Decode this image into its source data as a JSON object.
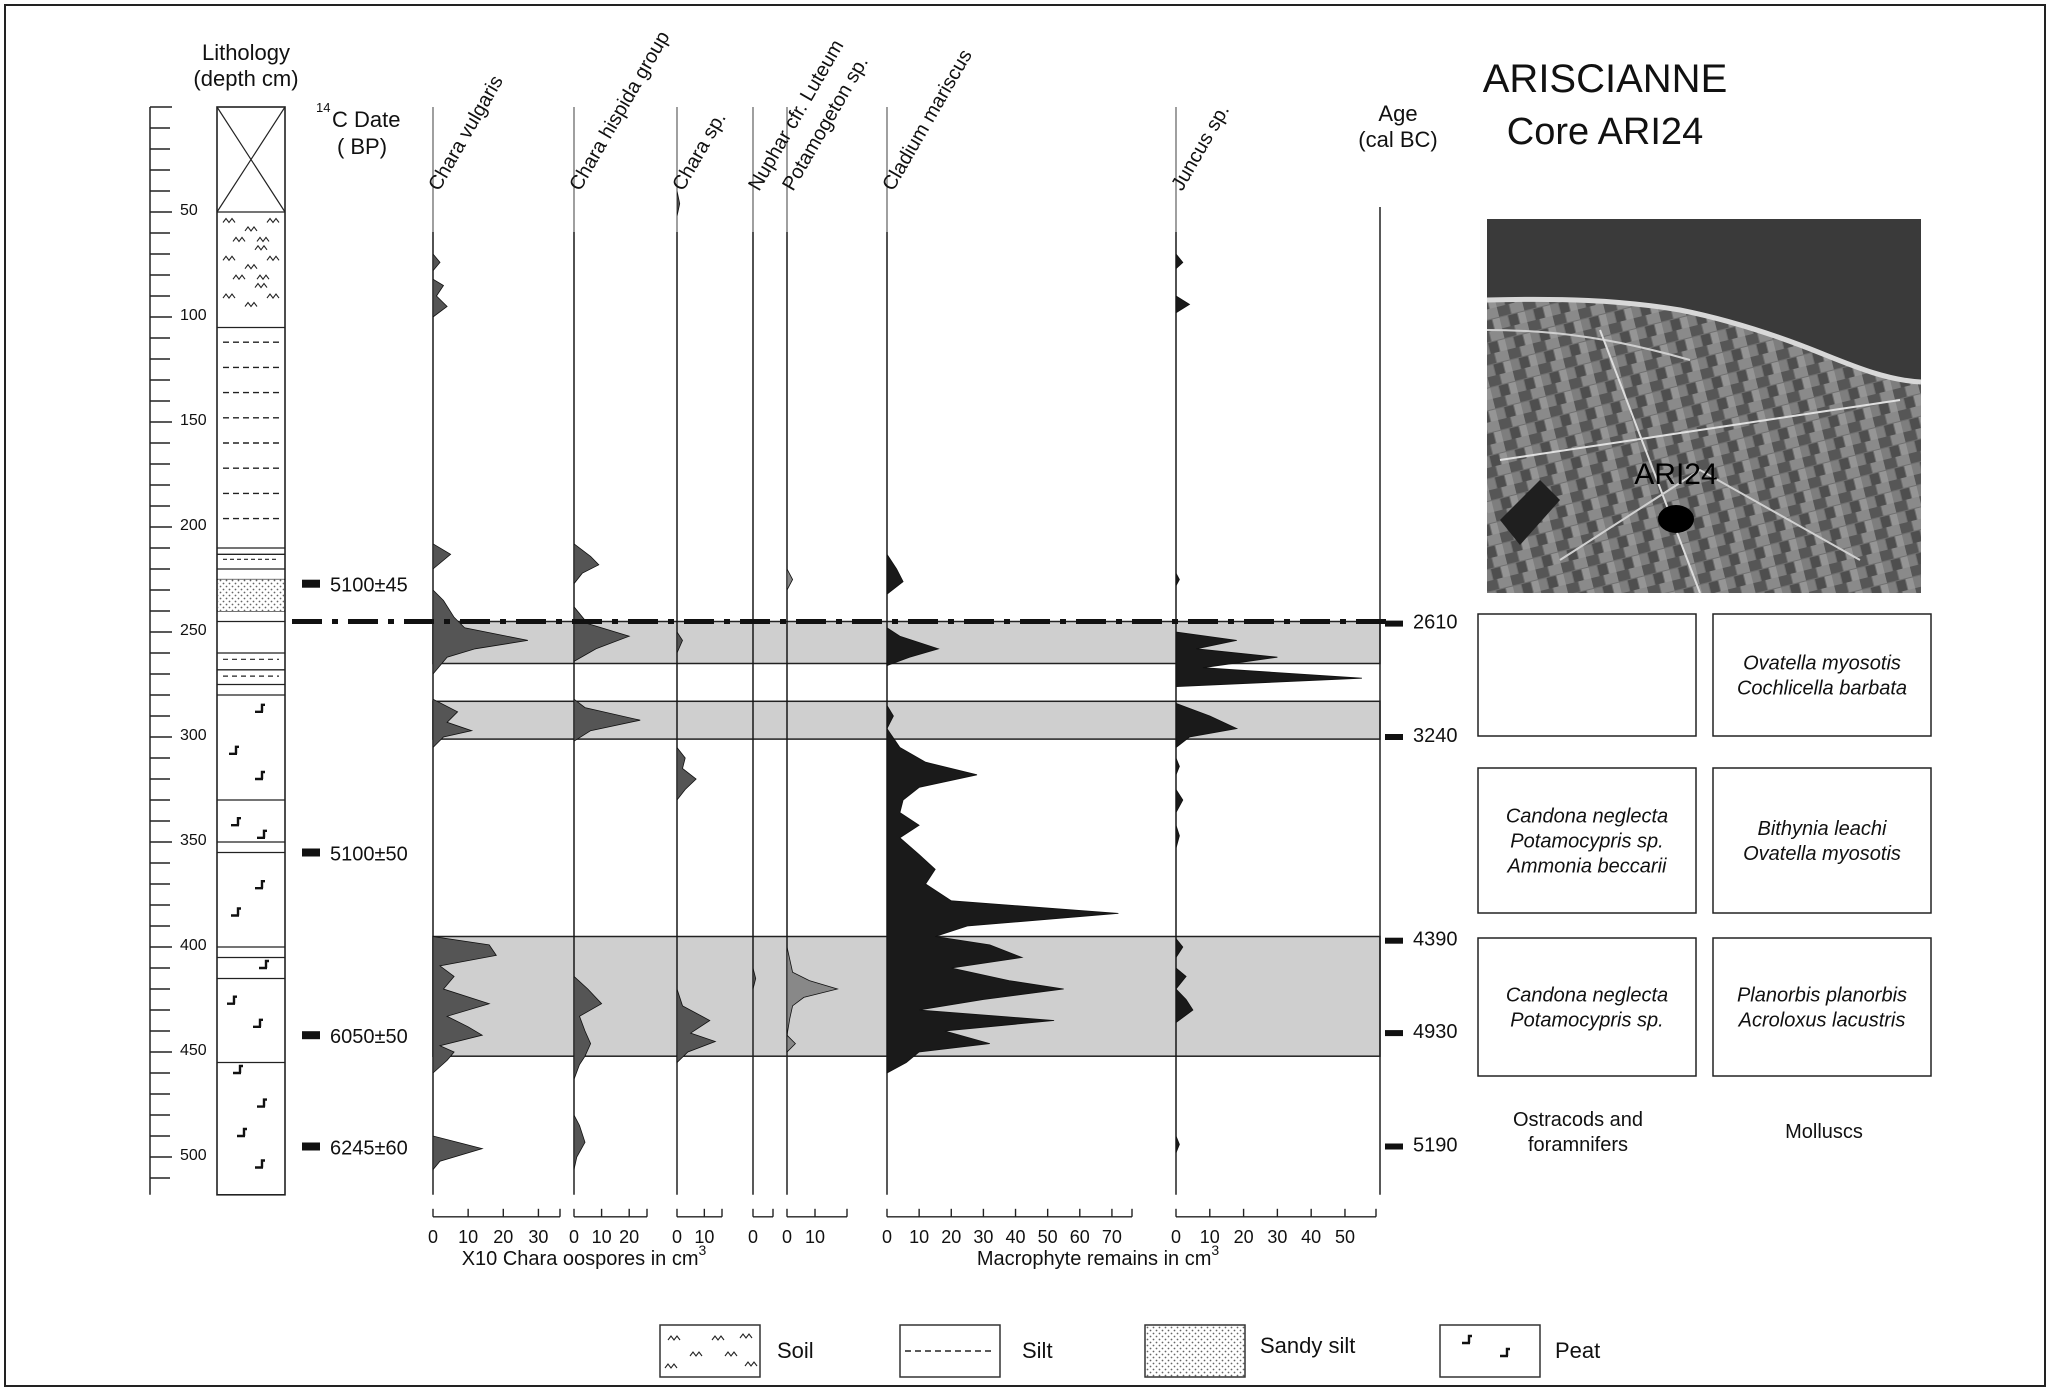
{
  "header": {
    "lithology_label_1": "Lithology",
    "lithology_label_2": "(depth cm)",
    "c14_label_1": "14",
    "c14_label_2": "C Date",
    "c14_label_3": "( BP)",
    "age_label_1": "Age",
    "age_label_2": "(cal BC)"
  },
  "site": {
    "title_1": "ARISCIANNE",
    "title_2": "Core ARI24",
    "map_marker_label": "ARI24"
  },
  "depth_axis": {
    "ticks": [
      50,
      100,
      150,
      200,
      250,
      300,
      350,
      400,
      450,
      500
    ]
  },
  "c14_dates": [
    {
      "depth": 227,
      "label": "5100±45"
    },
    {
      "depth": 355,
      "label": "5100±50"
    },
    {
      "depth": 442,
      "label": "6050±50"
    },
    {
      "depth": 495,
      "label": "6245±60"
    }
  ],
  "ages": [
    {
      "depth": 246,
      "label": "2610"
    },
    {
      "depth": 300,
      "label": "3240"
    },
    {
      "depth": 397,
      "label": "4390"
    },
    {
      "depth": 441,
      "label": "4930"
    },
    {
      "depth": 495,
      "label": "5190"
    }
  ],
  "chart_data": {
    "type": "area",
    "y_axis": {
      "name": "depth",
      "unit": "cm",
      "range": [
        0,
        518
      ]
    },
    "series": [
      {
        "name": "Chara vulgaris",
        "group": "X10 Chara oospores in cm3",
        "ticks": [
          "0",
          "10",
          "20",
          "30"
        ],
        "xmax": 35,
        "points": [
          [
            0,
            0
          ],
          [
            70,
            0
          ],
          [
            74,
            2
          ],
          [
            78,
            0
          ],
          [
            82,
            0
          ],
          [
            85,
            3
          ],
          [
            90,
            1
          ],
          [
            95,
            4
          ],
          [
            100,
            0
          ],
          [
            208,
            0
          ],
          [
            213,
            5
          ],
          [
            220,
            0
          ],
          [
            230,
            0
          ],
          [
            235,
            3
          ],
          [
            243,
            6
          ],
          [
            248,
            9
          ],
          [
            254,
            27
          ],
          [
            258,
            12
          ],
          [
            262,
            4
          ],
          [
            270,
            0
          ],
          [
            282,
            0
          ],
          [
            288,
            7
          ],
          [
            293,
            4
          ],
          [
            297,
            11
          ],
          [
            300,
            3
          ],
          [
            305,
            0
          ],
          [
            395,
            0
          ],
          [
            399,
            16
          ],
          [
            404,
            18
          ],
          [
            409,
            2
          ],
          [
            414,
            6
          ],
          [
            420,
            3
          ],
          [
            427,
            16
          ],
          [
            433,
            4
          ],
          [
            438,
            10
          ],
          [
            442,
            14
          ],
          [
            447,
            2
          ],
          [
            450,
            6
          ],
          [
            454,
            4
          ],
          [
            460,
            0
          ],
          [
            490,
            0
          ],
          [
            496,
            14
          ],
          [
            502,
            2
          ],
          [
            506,
            0
          ]
        ]
      },
      {
        "name": "Chara hispida group",
        "group": "X10 Chara oospores in cm3",
        "ticks": [
          "0",
          "10",
          "20"
        ],
        "xmax": 25,
        "points": [
          [
            0,
            0
          ],
          [
            208,
            0
          ],
          [
            214,
            6
          ],
          [
            218,
            9
          ],
          [
            222,
            3
          ],
          [
            227,
            0
          ],
          [
            238,
            0
          ],
          [
            246,
            5
          ],
          [
            252,
            20
          ],
          [
            258,
            8
          ],
          [
            264,
            0
          ],
          [
            282,
            0
          ],
          [
            286,
            4
          ],
          [
            292,
            24
          ],
          [
            297,
            6
          ],
          [
            302,
            0
          ],
          [
            395,
            0
          ],
          [
            414,
            0
          ],
          [
            420,
            5
          ],
          [
            427,
            10
          ],
          [
            433,
            2
          ],
          [
            440,
            4
          ],
          [
            446,
            6
          ],
          [
            452,
            4
          ],
          [
            456,
            2
          ],
          [
            463,
            0
          ],
          [
            480,
            0
          ],
          [
            485,
            2
          ],
          [
            493,
            4
          ],
          [
            500,
            1
          ],
          [
            506,
            0
          ]
        ]
      },
      {
        "name": "Chara sp.",
        "group": "X10 Chara oospores in cm3",
        "ticks": [
          "0",
          "10"
        ],
        "xmax": 15,
        "points": [
          [
            0,
            0
          ],
          [
            40,
            0
          ],
          [
            46,
            1
          ],
          [
            52,
            0
          ],
          [
            250,
            0
          ],
          [
            254,
            2
          ],
          [
            260,
            0
          ],
          [
            305,
            0
          ],
          [
            310,
            3
          ],
          [
            315,
            2
          ],
          [
            320,
            7
          ],
          [
            325,
            3
          ],
          [
            330,
            0
          ],
          [
            420,
            0
          ],
          [
            428,
            2
          ],
          [
            435,
            12
          ],
          [
            441,
            5
          ],
          [
            445,
            14
          ],
          [
            450,
            4
          ],
          [
            455,
            0
          ]
        ]
      },
      {
        "name": "Nuphar cfr. Luteum",
        "group": "X10 Chara oospores in cm3",
        "ticks": [
          "0"
        ],
        "xmax": 6,
        "points": [
          [
            0,
            0
          ],
          [
            410,
            0
          ],
          [
            415,
            1
          ],
          [
            420,
            0
          ]
        ]
      },
      {
        "name": "Potamogeton sp.",
        "group": "X10 Chara oospores in cm3",
        "ticks": [
          "0",
          "10"
        ],
        "xmax": 20,
        "points": [
          [
            0,
            0
          ],
          [
            220,
            0
          ],
          [
            225,
            2
          ],
          [
            230,
            0
          ],
          [
            400,
            0
          ],
          [
            406,
            1
          ],
          [
            412,
            2
          ],
          [
            416,
            8
          ],
          [
            420,
            18
          ],
          [
            424,
            6
          ],
          [
            428,
            2
          ],
          [
            434,
            1
          ],
          [
            442,
            0
          ],
          [
            446,
            3
          ],
          [
            450,
            0
          ]
        ]
      },
      {
        "name": "Cladium mariscus",
        "group": "Macrophyte remains in cm3",
        "ticks": [
          "0",
          "10",
          "20",
          "30",
          "40",
          "50",
          "60",
          "70"
        ],
        "xmax": 75,
        "points": [
          [
            0,
            0
          ],
          [
            213,
            0
          ],
          [
            220,
            3
          ],
          [
            226,
            5
          ],
          [
            232,
            0
          ],
          [
            248,
            0
          ],
          [
            252,
            4
          ],
          [
            258,
            16
          ],
          [
            262,
            7
          ],
          [
            266,
            0
          ],
          [
            285,
            0
          ],
          [
            290,
            2
          ],
          [
            296,
            0
          ],
          [
            305,
            4
          ],
          [
            312,
            12
          ],
          [
            318,
            28
          ],
          [
            324,
            10
          ],
          [
            330,
            5
          ],
          [
            336,
            4
          ],
          [
            342,
            10
          ],
          [
            348,
            4
          ],
          [
            356,
            10
          ],
          [
            363,
            15
          ],
          [
            370,
            12
          ],
          [
            378,
            20
          ],
          [
            384,
            72
          ],
          [
            390,
            25
          ],
          [
            395,
            15
          ],
          [
            399,
            32
          ],
          [
            405,
            42
          ],
          [
            410,
            20
          ],
          [
            416,
            38
          ],
          [
            420,
            55
          ],
          [
            425,
            30
          ],
          [
            430,
            10
          ],
          [
            435,
            52
          ],
          [
            440,
            18
          ],
          [
            446,
            32
          ],
          [
            450,
            10
          ],
          [
            455,
            6
          ],
          [
            460,
            0
          ]
        ]
      },
      {
        "name": "Juncus sp.",
        "group": "Macrophyte remains in cm3",
        "ticks": [
          "0",
          "10",
          "20",
          "30",
          "40",
          "50"
        ],
        "xmax": 58,
        "points": [
          [
            0,
            0
          ],
          [
            70,
            0
          ],
          [
            74,
            2
          ],
          [
            77,
            0
          ],
          [
            90,
            0
          ],
          [
            94,
            4
          ],
          [
            98,
            0
          ],
          [
            222,
            0
          ],
          [
            225,
            1
          ],
          [
            228,
            0
          ],
          [
            250,
            0
          ],
          [
            254,
            18
          ],
          [
            258,
            6
          ],
          [
            262,
            30
          ],
          [
            267,
            8
          ],
          [
            272,
            55
          ],
          [
            276,
            0
          ],
          [
            284,
            0
          ],
          [
            290,
            10
          ],
          [
            296,
            18
          ],
          [
            300,
            4
          ],
          [
            305,
            0
          ],
          [
            310,
            0
          ],
          [
            314,
            1
          ],
          [
            318,
            0
          ],
          [
            325,
            0
          ],
          [
            330,
            2
          ],
          [
            336,
            0
          ],
          [
            342,
            0
          ],
          [
            347,
            1
          ],
          [
            353,
            0
          ],
          [
            396,
            0
          ],
          [
            400,
            2
          ],
          [
            405,
            0
          ],
          [
            410,
            0
          ],
          [
            414,
            3
          ],
          [
            420,
            0
          ],
          [
            425,
            3
          ],
          [
            430,
            5
          ],
          [
            436,
            0
          ],
          [
            490,
            0
          ],
          [
            494,
            1
          ],
          [
            498,
            0
          ]
        ]
      }
    ],
    "x_groups": [
      {
        "label": "X10 Chara oospores in cm",
        "sup": "3"
      },
      {
        "label": "Macrophyte remains in cm",
        "sup": "3"
      }
    ],
    "zones": [
      [
        245,
        265
      ],
      [
        283,
        301
      ],
      [
        395,
        452
      ]
    ],
    "boundary_depth": 245
  },
  "panels": [
    {
      "name": "ostracods-zone1",
      "lines": []
    },
    {
      "name": "molluscs-zone1",
      "lines": [
        "Ovatella myosotis",
        "Cochlicella barbata"
      ]
    },
    {
      "name": "ostracods-zone2",
      "lines": [
        "Candona neglecta",
        "Potamocypris sp.",
        "Ammonia beccarii"
      ]
    },
    {
      "name": "molluscs-zone2",
      "lines": [
        "Bithynia leachi",
        "Ovatella myosotis"
      ]
    },
    {
      "name": "ostracods-zone3",
      "lines": [
        "Candona neglecta",
        "Potamocypris sp."
      ]
    },
    {
      "name": "molluscs-zone3",
      "lines": [
        "Planorbis planorbis",
        "Acroloxus lacustris"
      ]
    }
  ],
  "panel_captions": {
    "ostracods_1": "Ostracods and",
    "ostracods_2": "foramnifers",
    "molluscs": "Molluscs"
  },
  "legend": [
    {
      "key": "soil",
      "label": "Soil"
    },
    {
      "key": "silt",
      "label": "Silt"
    },
    {
      "key": "sandy-silt",
      "label": "Sandy silt"
    },
    {
      "key": "peat",
      "label": "Peat"
    }
  ]
}
